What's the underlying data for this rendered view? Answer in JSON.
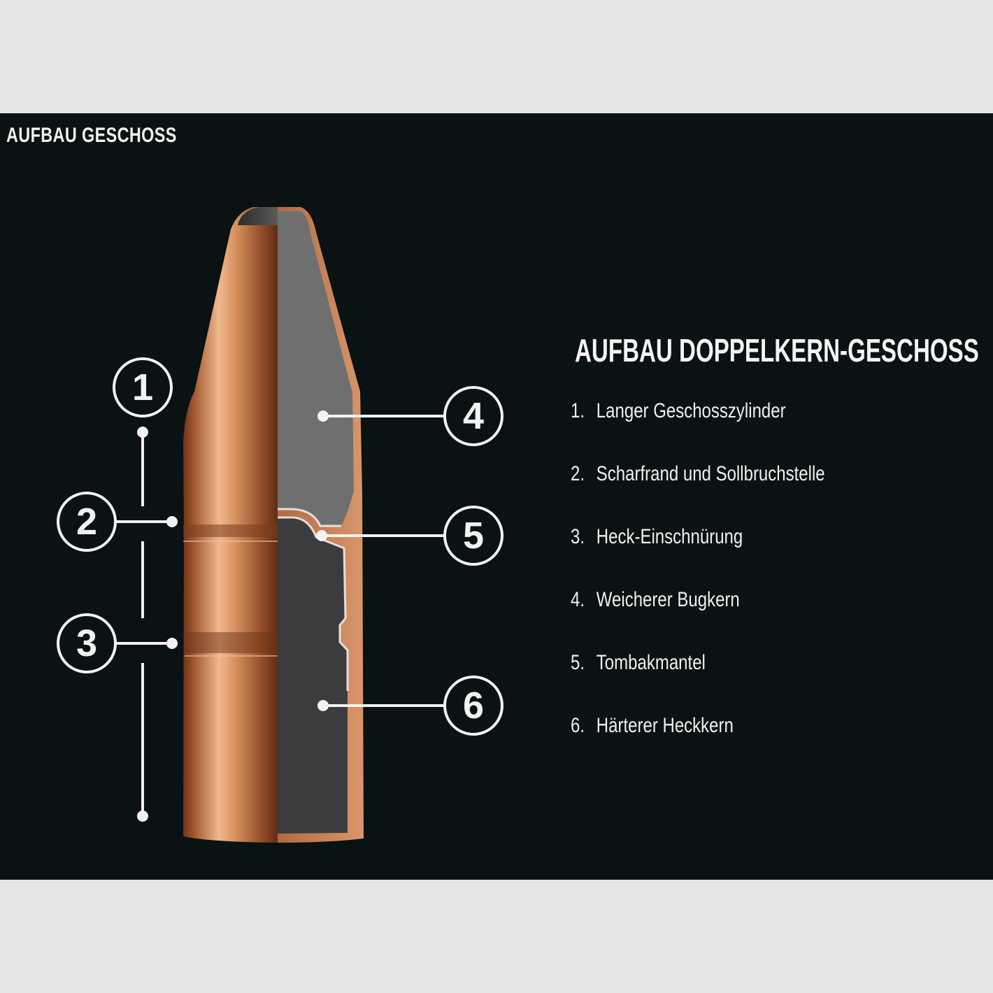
{
  "header": {
    "title": "AUFBAU GESCHOSS"
  },
  "diagram": {
    "title": "AUFBAU DOPPELKERN-GESCHOSS",
    "callouts": [
      "1",
      "2",
      "3",
      "4",
      "5",
      "6"
    ],
    "parts": [
      {
        "number": "1.",
        "label": "Langer Geschosszylinder"
      },
      {
        "number": "2.",
        "label": "Scharfrand und Sollbruchstelle"
      },
      {
        "number": "3.",
        "label": "Heck-Einschnürung"
      },
      {
        "number": "4.",
        "label": "Weicherer Bugkern"
      },
      {
        "number": "5.",
        "label": "Tombakmantel"
      },
      {
        "number": "6.",
        "label": "Härterer Heckkern"
      }
    ]
  },
  "colors": {
    "background": "#0b1213",
    "frame": "#e6e6e6",
    "copper": "#c8835a",
    "soft_core": "#6f6f6f",
    "hard_core": "#3a3c3d",
    "text": "#f2f2f2"
  }
}
